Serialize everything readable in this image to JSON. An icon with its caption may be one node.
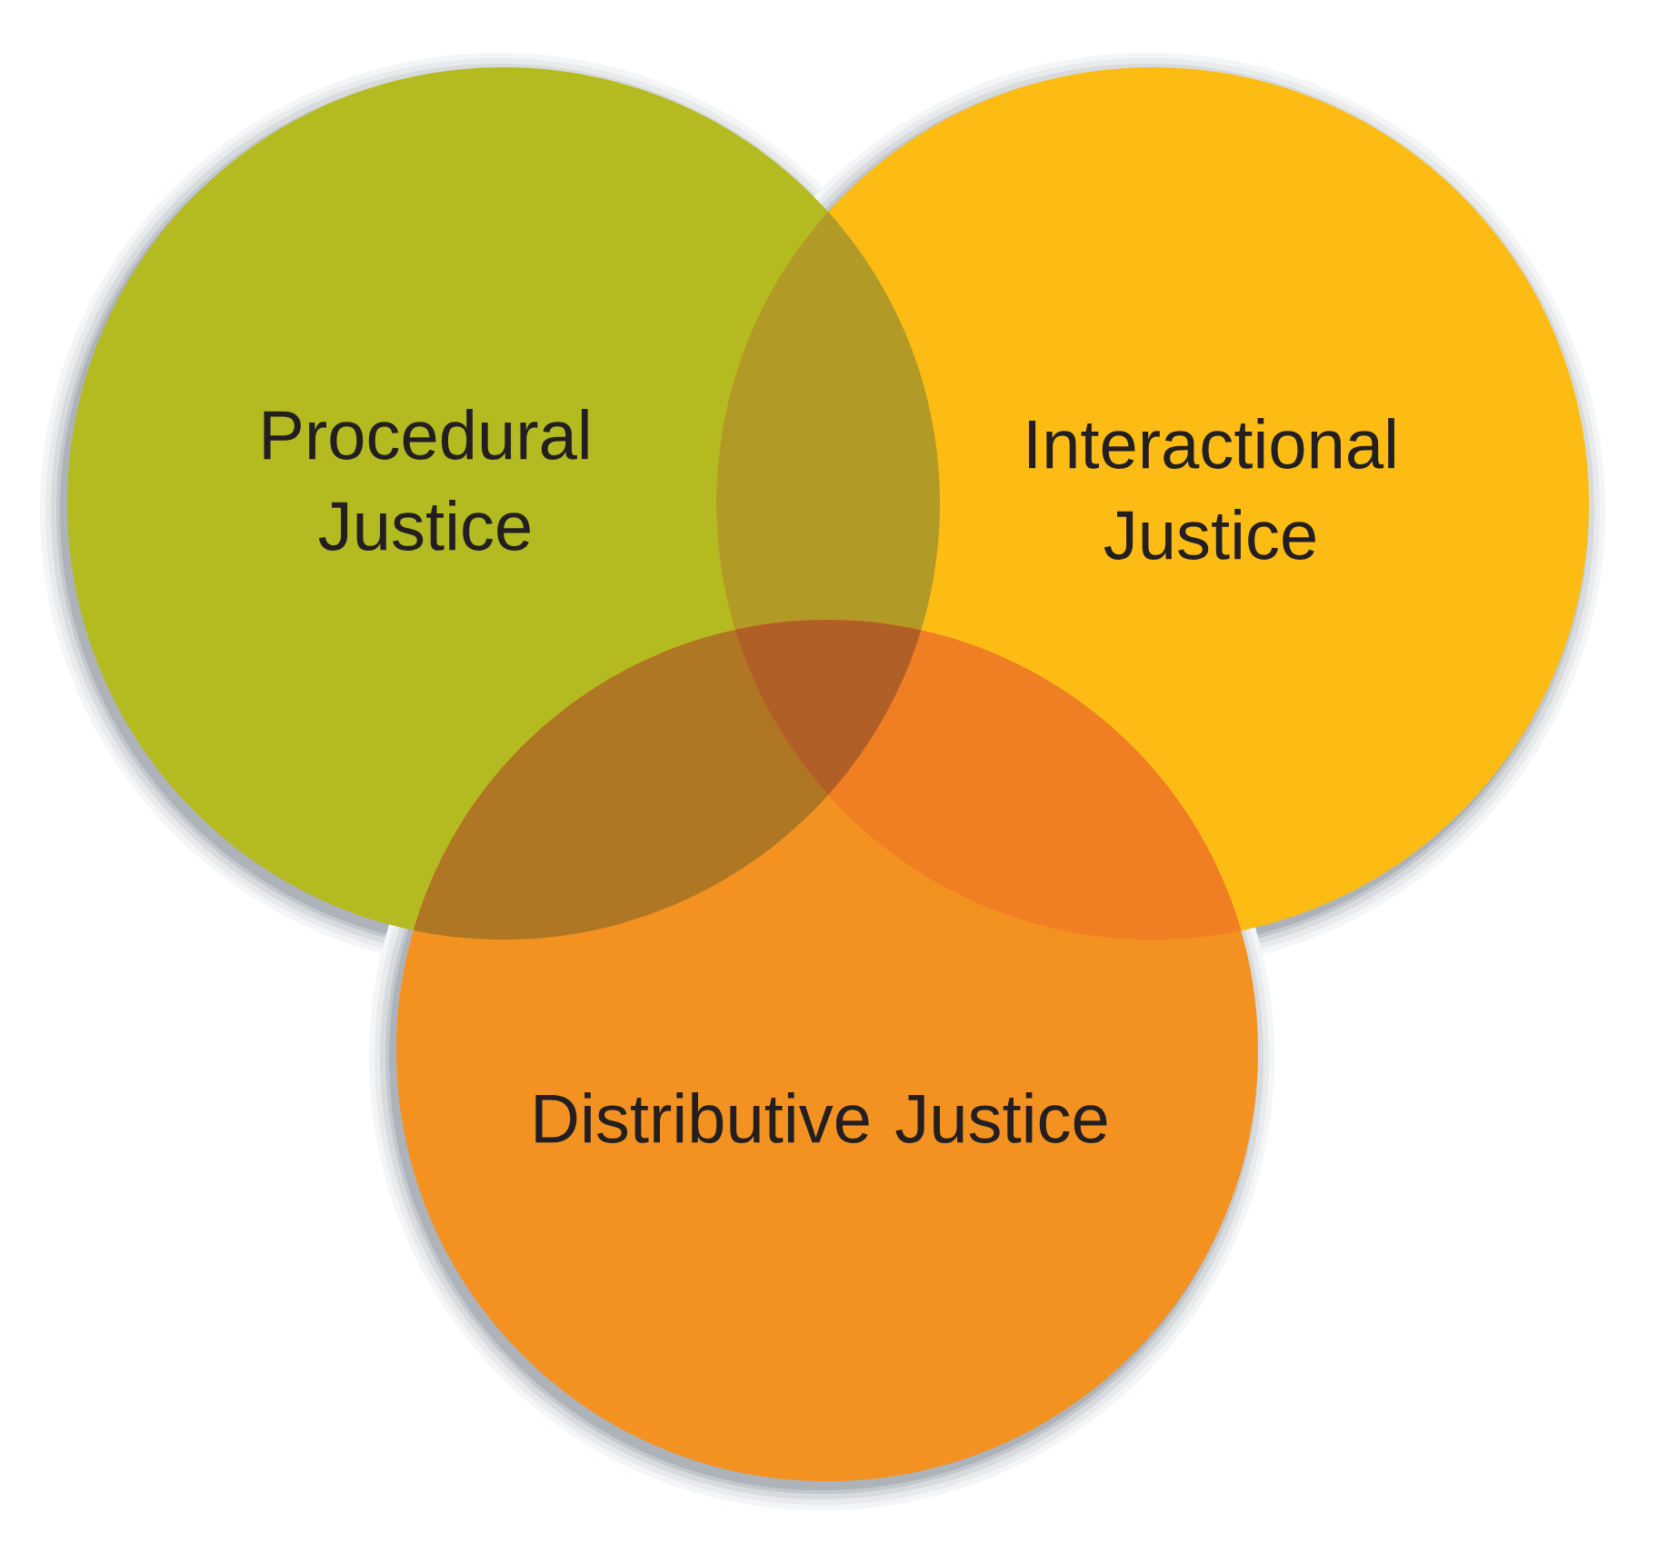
{
  "diagram": {
    "nodes": [
      {
        "text": [
          "Procedural Justice"
        ]
      },
      {
        "text": [
          "Interactional Justice"
        ]
      },
      {
        "text": [
          "Distributive Justice"
        ]
      }
    ]
  }
}
